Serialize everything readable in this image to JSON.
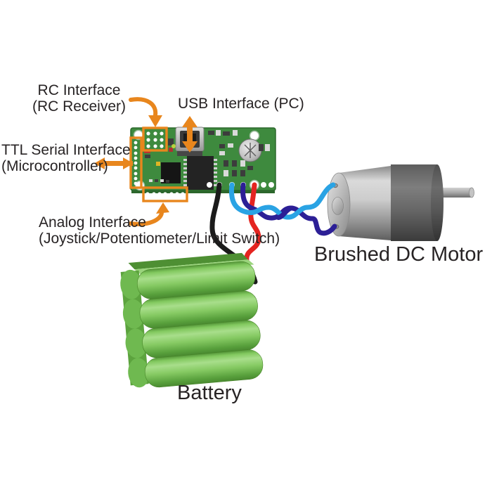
{
  "colors": {
    "background": "#ffffff",
    "callout_orange": "#e8861d",
    "pcb_green": "#3e8a3e",
    "battery_green": "#7cc45b",
    "wire_black": "#1b1b1b",
    "wire_red": "#e42420",
    "wire_light_blue": "#2aa3e4",
    "wire_dark_blue": "#2c1f96",
    "motor_gray": "#9c9c9c",
    "label_text": "#272324"
  },
  "callouts": {
    "rc": {
      "line1": "RC Interface",
      "line2": "(RC Receiver)"
    },
    "usb": {
      "label": "USB Interface (PC)"
    },
    "ttl": {
      "line1": "TTL Serial Interface",
      "line2": "(Microcontroller)"
    },
    "analog": {
      "line1": "Analog Interface",
      "line2": "(Joystick/Potentiometer/Limit Switch)"
    }
  },
  "parts": {
    "motor_label": "Brushed DC Motor",
    "battery_label": "Battery"
  }
}
